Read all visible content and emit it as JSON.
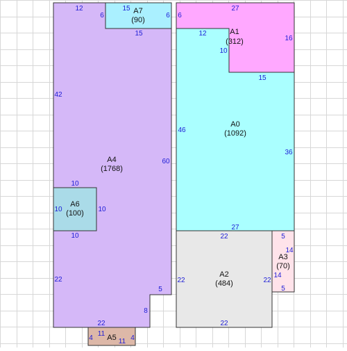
{
  "colors": {
    "grid": "#d7d7d7",
    "outline": "#333333",
    "dimension_text": "#1c1cd6",
    "A0": "#aaffff",
    "A1": "#ffa8ff",
    "A2": "#e8e8e8",
    "A3": "#ffe3ea",
    "A4": "#d5b8f8",
    "A5": "#ddb8a8",
    "A6": "#aadbe8",
    "A7": "#aaf0ff"
  },
  "rooms": [
    {
      "id": "A0",
      "name": "A0",
      "area": "(1092)"
    },
    {
      "id": "A1",
      "name": "A1",
      "area": "(312)"
    },
    {
      "id": "A2",
      "name": "A2",
      "area": "(484)"
    },
    {
      "id": "A3",
      "name": "A3",
      "area": "(70)"
    },
    {
      "id": "A4",
      "name": "A4",
      "area": "(1768)"
    },
    {
      "id": "A5",
      "name": "A5",
      "area": ""
    },
    {
      "id": "A6",
      "name": "A6",
      "area": "(100)"
    },
    {
      "id": "A7",
      "name": "A7",
      "area": "(90)"
    }
  ],
  "dimensions": {
    "A4": [
      "12",
      "6",
      "15",
      "42",
      "60",
      "22",
      "22",
      "5",
      "8"
    ],
    "A7": [
      "15",
      "6",
      "6"
    ],
    "A6": [
      "10",
      "10",
      "10",
      "10"
    ],
    "A1": [
      "27",
      "12",
      "10",
      "16",
      "15"
    ],
    "A0": [
      "6",
      "46",
      "36",
      "27"
    ],
    "A2": [
      "22",
      "22",
      "22",
      "22"
    ],
    "A3": [
      "5",
      "14",
      "14",
      "5"
    ],
    "A5": [
      "4",
      "11",
      "11",
      "4"
    ]
  }
}
